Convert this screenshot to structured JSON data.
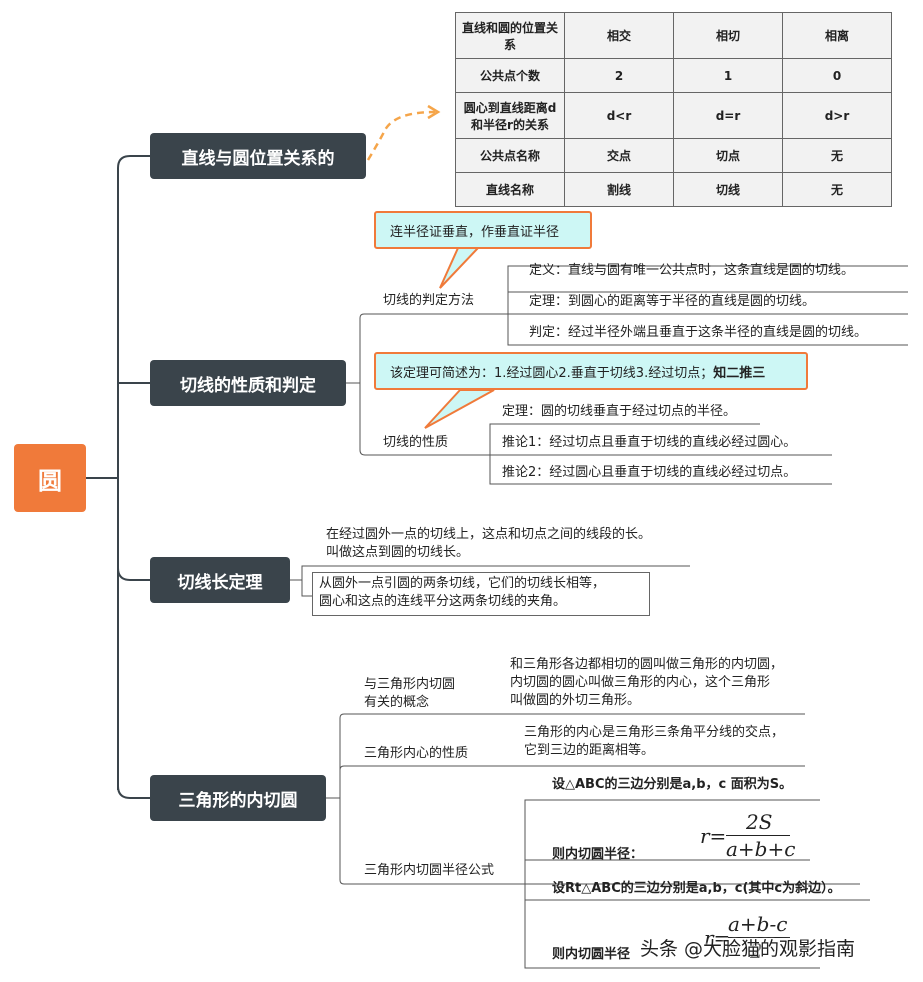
{
  "root": {
    "label": "圆"
  },
  "topics": {
    "t1": "直线与圆位置关系的",
    "t2": "切线的性质和判定",
    "t3": "切线长定理",
    "t4": "三角形的内切圆"
  },
  "table": {
    "rows": [
      [
        "直线和圆的位置关系",
        "相交",
        "相切",
        "相离"
      ],
      [
        "公共点个数",
        "2",
        "1",
        "0"
      ],
      [
        "圆心到直线距离d和半径r的关系",
        "d<r",
        "d=r",
        "d>r"
      ],
      [
        "公共点名称",
        "交点",
        "切点",
        "无"
      ],
      [
        "直线名称",
        "割线",
        "切线",
        "无"
      ]
    ]
  },
  "tangent": {
    "callout1": "连半径证垂直，作垂直证半径",
    "judge_label": "切线的判定方法",
    "judge_items": [
      "定义：直线与圆有唯一公共点时，这条直线是圆的切线。",
      "定理：到圆心的距离等于半径的直线是圆的切线。",
      "判定：经过半径外端且垂直于这条半径的直线是圆的切线。"
    ],
    "callout2_main": "该定理可简述为：1.经过圆心2.垂直于切线3.经过切点；",
    "callout2_bold": "知二推三",
    "prop_label": "切线的性质",
    "prop_items": [
      "定理：圆的切线垂直于经过切点的半径。",
      "推论1：经过切点且垂直于切线的直线必经过圆心。",
      "推论2：经过圆心且垂直于切线的直线必经过切点。"
    ]
  },
  "tangent_length": {
    "line1": "在经过圆外一点的切线上，这点和切点之间的线段的长。",
    "line2": "叫做这点到圆的切线长。",
    "box1": "从圆外一点引圆的两条切线，它们的切线长相等，",
    "box2": "圆心和这点的连线平分这两条切线的夹角。"
  },
  "incircle": {
    "concept_label1": "与三角形内切圆",
    "concept_label2": "有关的概念",
    "concept_text": [
      "和三角形各边都相切的圆叫做三角形的内切圆，",
      "内切圆的圆心叫做三角形的内心，这个三角形",
      "叫做圆的外切三角形。"
    ],
    "center_label": "三角形内心的性质",
    "center_text": [
      "三角形的内心是三角形三条角平分线的交点，",
      "它到三边的距离相等。"
    ],
    "formula_label": "三角形内切圆半径公式",
    "f1": "设△ABC的三边分别是a,b，c  面积为S。",
    "f2": "则内切圆半径：",
    "f2_lhs": "r=",
    "f2_num": "2S",
    "f2_den": "a+b+c",
    "f3": "设Rt△ABC的三边分别是a,b，c(其中c为斜边）。",
    "f4": "则内切圆半径",
    "f4_lhs": "r=",
    "f4_num": "a+b-c",
    "f4_den": "2"
  },
  "watermark": "头条 @大脸猫的观影指南",
  "colors": {
    "accent": "#f07a3a",
    "topic_bg": "#3a444b",
    "callout_bg": "#cdf7f5"
  }
}
